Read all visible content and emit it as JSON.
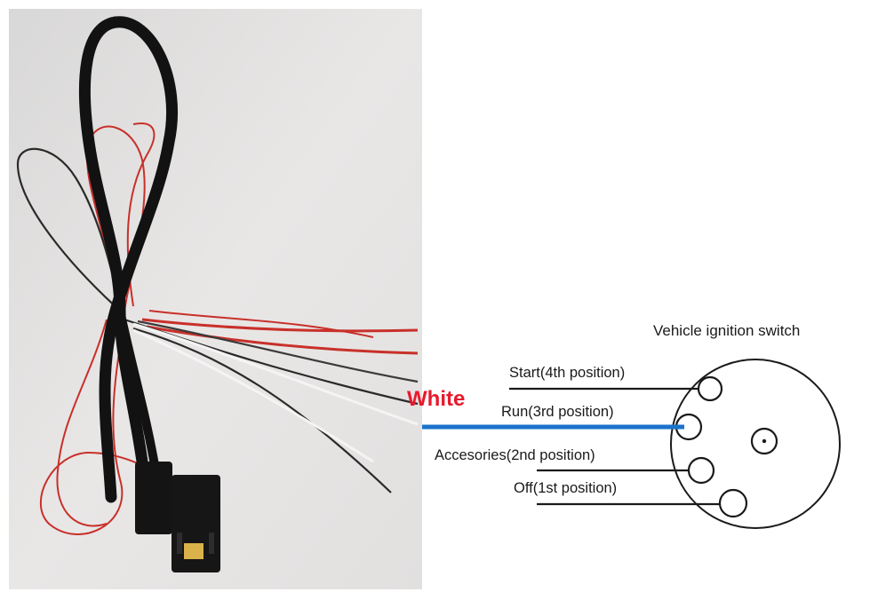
{
  "diagram": {
    "title": "Vehicle ignition switch",
    "wire_label": "White",
    "positions": [
      {
        "label": "Start(4th position)"
      },
      {
        "label": "Run(3rd position)"
      },
      {
        "label": "Accesories(2nd position)"
      },
      {
        "label": "Off(1st position)"
      }
    ]
  },
  "colors": {
    "wire_label": "#e8192c",
    "white_wire": "#1a73c9",
    "photo_background": "#e6e4e3",
    "red_wire": "#c8302a",
    "black_wire": "#1c1c1c"
  }
}
